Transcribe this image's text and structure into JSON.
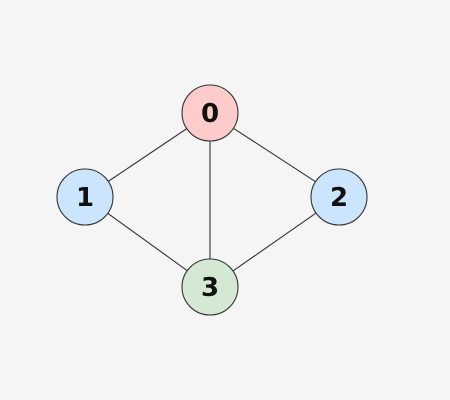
{
  "graph": {
    "nodes": [
      {
        "id": "0",
        "label": "0",
        "color": "#ffcccc"
      },
      {
        "id": "1",
        "label": "1",
        "color": "#cce5ff"
      },
      {
        "id": "2",
        "label": "2",
        "color": "#cce5ff"
      },
      {
        "id": "3",
        "label": "3",
        "color": "#d5e8d4"
      }
    ],
    "edges": [
      {
        "from": "0",
        "to": "1"
      },
      {
        "from": "0",
        "to": "2"
      },
      {
        "from": "0",
        "to": "3"
      },
      {
        "from": "1",
        "to": "3"
      },
      {
        "from": "2",
        "to": "3"
      }
    ]
  },
  "colors": {
    "background": "#f5f5f5",
    "stroke": "#333333",
    "text": "#111111"
  }
}
